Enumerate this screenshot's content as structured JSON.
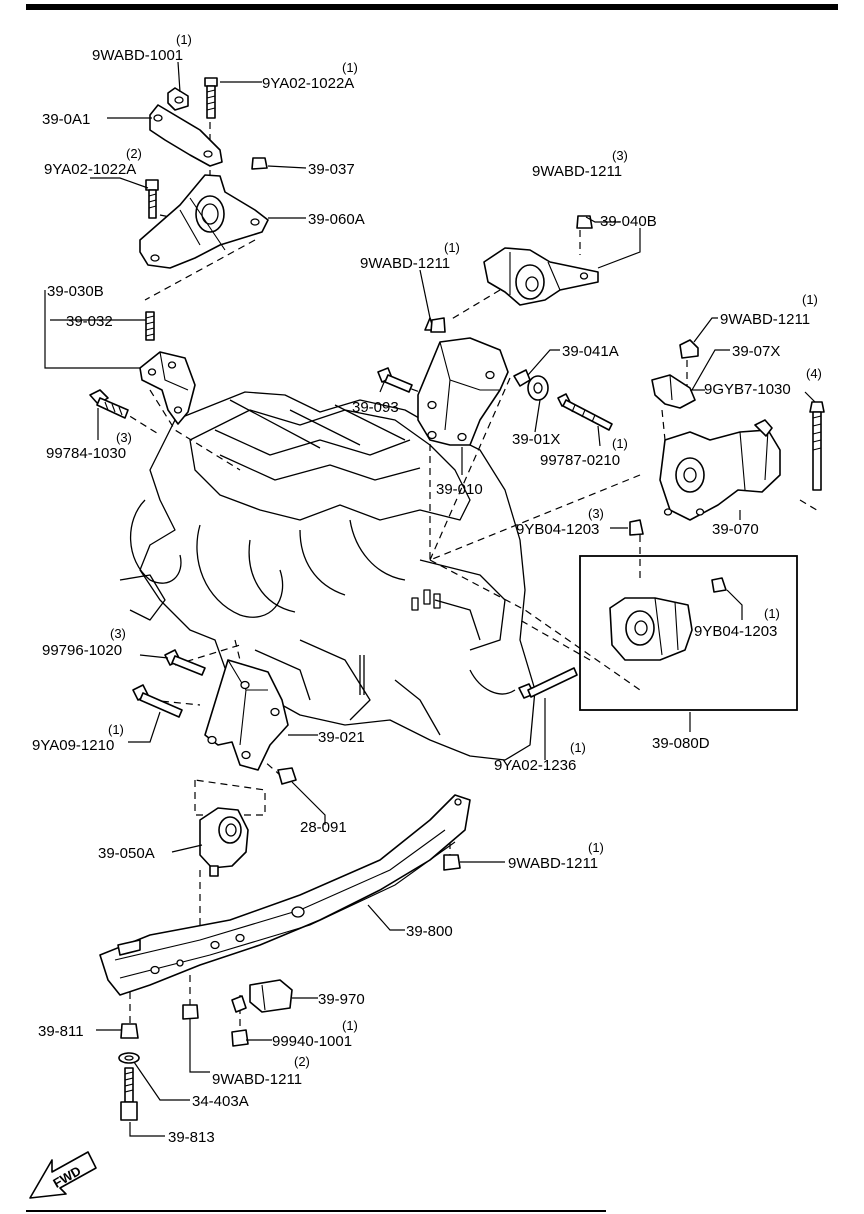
{
  "labels": {
    "l_9wabd1001": "9WABD-1001",
    "l_9ya021022a_top": "9YA02-1022A",
    "l_390a1": "39-0A1",
    "l_9ya021022a_left": "9YA02-1022A",
    "l_39037": "39-037",
    "l_39060a": "39-060A",
    "l_39030b": "39-030B",
    "l_39032": "39-032",
    "l_997841030": "99784-1030",
    "l_9wabd1211_a": "9WABD-1211",
    "l_39040b": "39-040B",
    "l_9wabd1211_b": "9WABD-1211",
    "l_39041a": "39-041A",
    "l_39093": "39-093",
    "l_3901x": "39-01X",
    "l_997870210": "99787-0210",
    "l_39010": "39-010",
    "l_9wabd1211_c": "9WABD-1211",
    "l_3907x": "39-07X",
    "l_9gyb71030": "9GYB7-1030",
    "l_39070": "39-070",
    "l_9yb041203_a": "9YB04-1203",
    "l_9yb041203_b": "9YB04-1203",
    "l_39080d": "39-080D",
    "l_997961020": "99796-1020",
    "l_9ya091210": "9YA09-1210",
    "l_39021": "39-021",
    "l_9ya021236": "9YA02-1236",
    "l_28091": "28-091",
    "l_39050a": "39-050A",
    "l_9wabd1211_d": "9WABD-1211",
    "l_39800": "39-800",
    "l_39970": "39-970",
    "l_39811": "39-811",
    "l_999401001": "99940-1001",
    "l_9wabd1211_e": "9WABD-1211",
    "l_34403a": "34-403A",
    "l_39813": "39-813",
    "fwd": "FWD"
  },
  "qty": {
    "q_9wabd1001": "(1)",
    "q_9ya021022a_top": "(1)",
    "q_9ya021022a_left": "(2)",
    "q_997841030": "(3)",
    "q_9wabd1211_a": "(3)",
    "q_9wabd1211_b": "(1)",
    "q_997870210": "(1)",
    "q_9wabd1211_c": "(1)",
    "q_9gyb71030": "(4)",
    "q_9yb041203_a": "(3)",
    "q_9yb041203_b": "(1)",
    "q_997961020": "(3)",
    "q_9ya091210": "(1)",
    "q_9ya021236": "(1)",
    "q_9wabd1211_d": "(1)",
    "q_999401001": "(1)",
    "q_9wabd1211_e": "(2)"
  }
}
